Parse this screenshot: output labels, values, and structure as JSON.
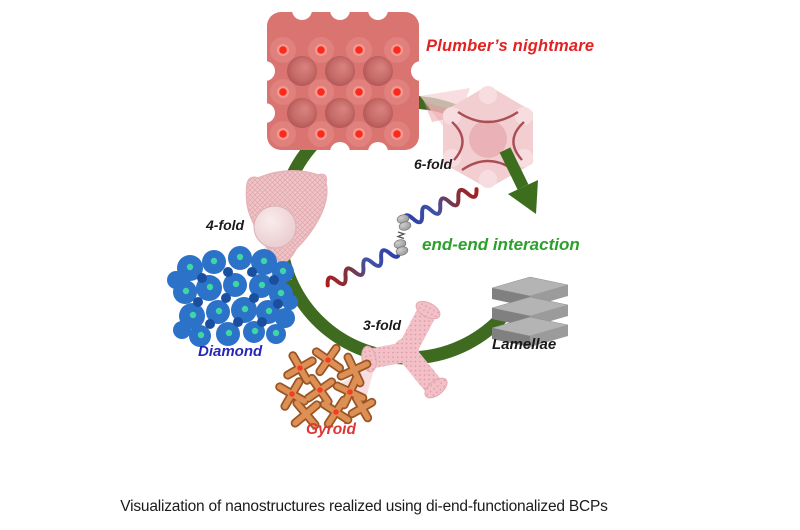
{
  "caption": "Visualization of nanostructures realized using di-end-functionalized BCPs",
  "cycle": {
    "ring_color": "#3f6b20",
    "arrow_color": "#3d6e1e"
  },
  "chains": {
    "blue": "#2c3caa",
    "red": "#a81f1f",
    "bead_gray": "#8f8f8f"
  },
  "structures": {
    "plumbers_nightmare": {
      "label": "Plumber’s nightmare",
      "label_color": "#e32222",
      "fill": "#d97471",
      "dot_color": "#fb2a1c"
    },
    "six_fold": {
      "label": "6-fold",
      "label_color": "#1a1a1a",
      "fill": "#f3ced1"
    },
    "four_fold": {
      "label": "4-fold",
      "label_color": "#1a1a1a",
      "fill": "#f1c5c8"
    },
    "three_fold": {
      "label": "3-fold",
      "label_color": "#1a1a1a",
      "fill": "#f2c0c6"
    },
    "diamond": {
      "label": "Diamond",
      "label_color": "#2626bb",
      "fill": "#2b72c8",
      "dot_color": "#3fd6a6"
    },
    "gyroid": {
      "label": "Gyroid",
      "label_color": "#e03535",
      "fill": "#dd9055"
    },
    "lamellae": {
      "label": "Lamellae",
      "label_color": "#1a1a1a",
      "fill": "#808080"
    },
    "interaction": {
      "label": "end-end interaction",
      "label_color": "#2ca02c"
    }
  }
}
